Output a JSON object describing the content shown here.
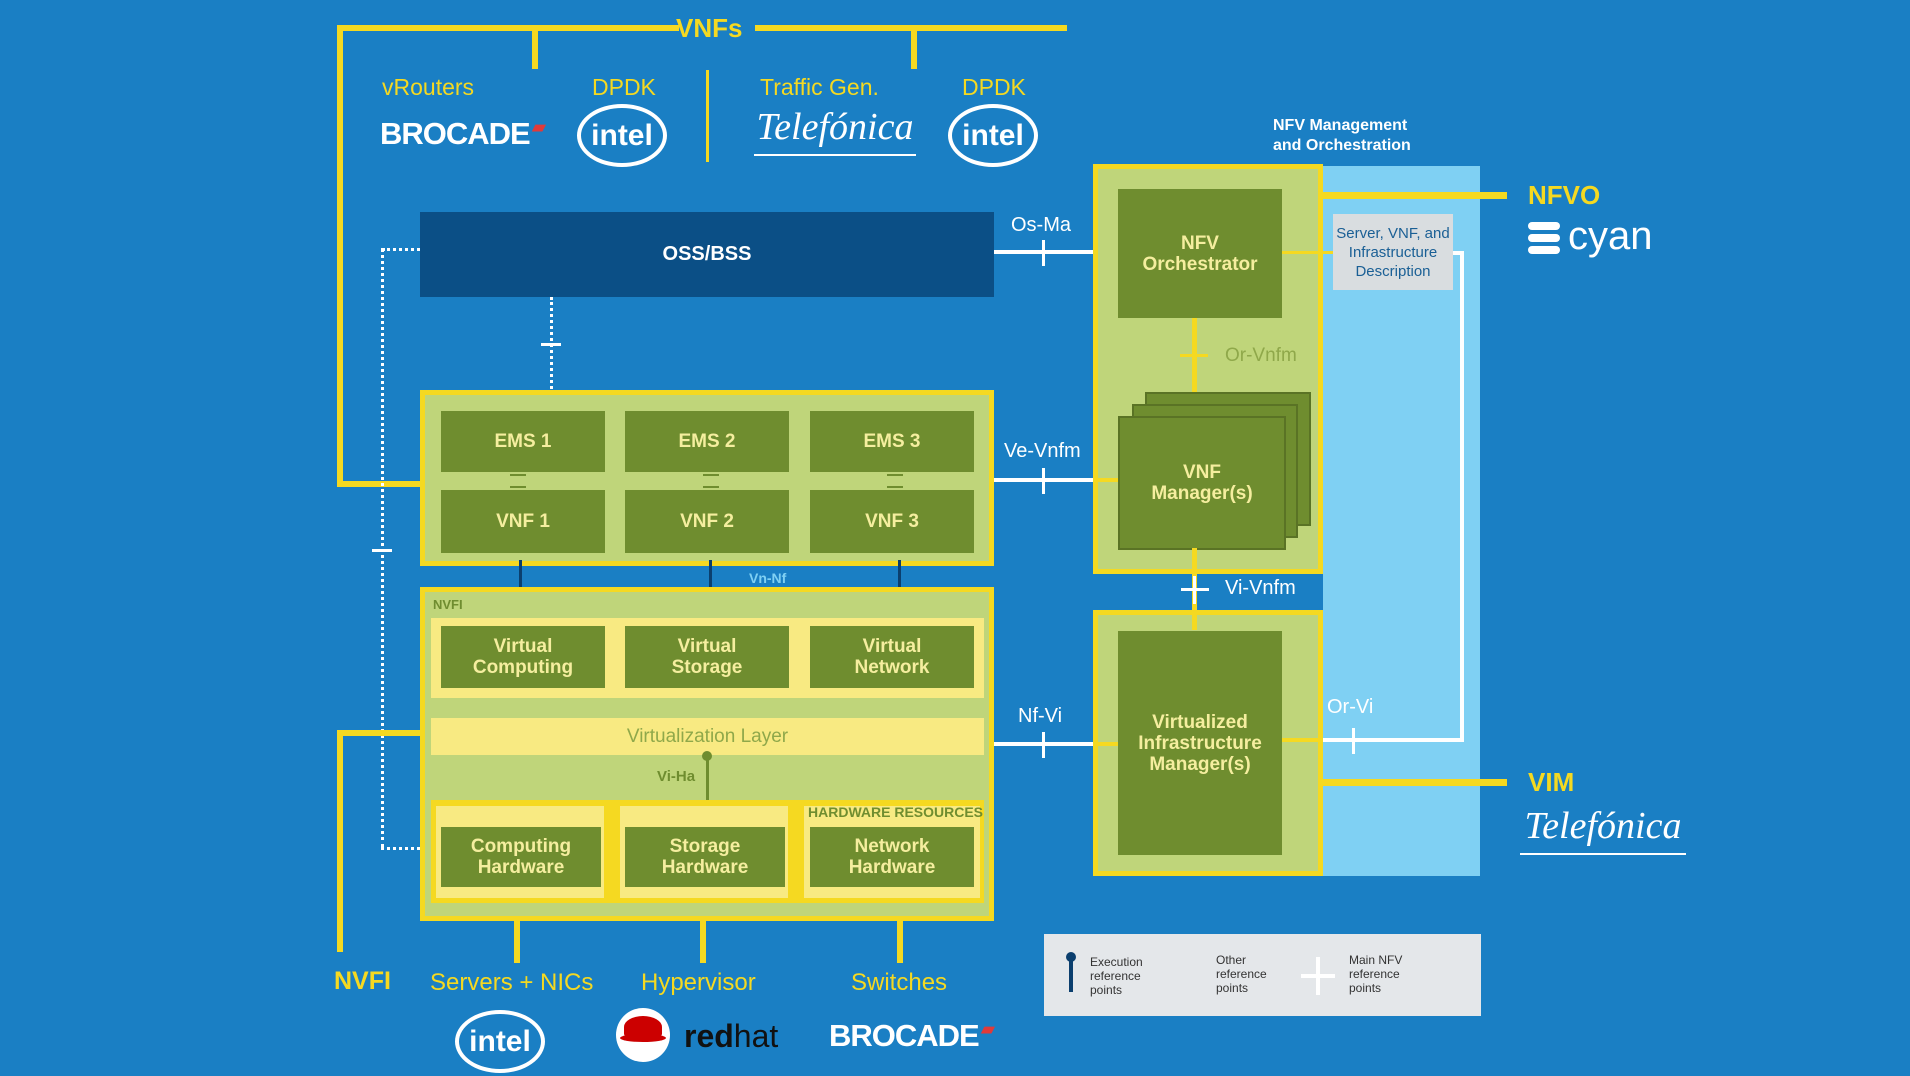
{
  "top": {
    "vnfs_label": "VNFs",
    "vrouters": "vRouters",
    "dpdk_1": "DPDK",
    "traffic_gen": "Traffic Gen.",
    "dpdk_2": "DPDK"
  },
  "logos": {
    "brocade": "BROCADE",
    "intel": "intel",
    "telefonica": "Telefónica",
    "cyan": "cyan",
    "redhat_red": "red",
    "redhat_hat": "hat"
  },
  "mano": {
    "title_line1": "NFV Management",
    "title_line2": "and Orchestration",
    "orchestrator": "NFV\nOrchestrator",
    "description": "Server, VNF, and\nInfrastructure\nDescription",
    "vnf_manager": "VNF\nManager(s)",
    "vim": "Virtualized\nInfrastructure\nManager(s)"
  },
  "reference_points": {
    "os_ma": "Os-Ma",
    "ve_vnfm": "Ve-Vnfm",
    "nf_vi": "Nf-Vi",
    "or_vnfm": "Or-Vnfm",
    "vi_vnfm": "Vi-Vnfm",
    "or_vi": "Or-Vi",
    "vn_nf": "Vn-Nf",
    "vi_ha": "Vi-Ha"
  },
  "oss_bss": "OSS/BSS",
  "ems": [
    "EMS 1",
    "EMS 2",
    "EMS 3"
  ],
  "vnf": [
    "VNF 1",
    "VNF 2",
    "VNF 3"
  ],
  "nfvi": {
    "label": "NVFI",
    "virtual": [
      "Virtual\nComputing",
      "Virtual\nStorage",
      "Virtual\nNetwork"
    ],
    "virtualization_layer": "Virtualization Layer",
    "hardware_resources": "HARDWARE RESOURCES",
    "hardware": [
      "Computing\nHardware",
      "Storage\nHardware",
      "Network\nHardware"
    ]
  },
  "right_labels": {
    "nfvo": "NFVO",
    "vim": "VIM"
  },
  "bottom": {
    "nvfi": "NVFI",
    "servers": "Servers + NICs",
    "hypervisor": "Hypervisor",
    "switches": "Switches"
  },
  "legend": {
    "execution": "Execution\nreference\npoints",
    "other": "Other\nreference\npoints",
    "main": "Main NFV\nreference\npoints"
  },
  "colors": {
    "background": "#1a7fc4",
    "accent_yellow": "#f5d921",
    "box_green": "#6f8d2f",
    "light_green": "#bfd57a",
    "oss_navy": "#0b4f86",
    "mano_light_blue": "#7fd0f3"
  }
}
